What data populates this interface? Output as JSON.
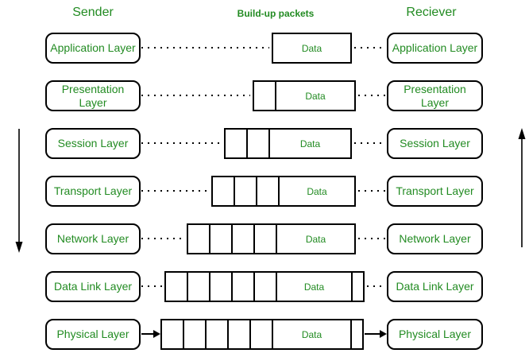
{
  "titles": {
    "sender": "Sender",
    "middle": "Build-up packets",
    "receiver": "Reciever"
  },
  "colors": {
    "accent_green": "#228B22",
    "line_black": "#000000",
    "background": "#ffffff"
  },
  "packet_data_label": "Data",
  "rows": [
    {
      "layer": "Application Layer",
      "header_cells": 0,
      "trailer_cells": 0,
      "connector": "dotted"
    },
    {
      "layer": "Presentation Layer",
      "header_cells": 1,
      "trailer_cells": 0,
      "connector": "dotted"
    },
    {
      "layer": "Session Layer",
      "header_cells": 2,
      "trailer_cells": 0,
      "connector": "dotted"
    },
    {
      "layer": "Transport Layer",
      "header_cells": 3,
      "trailer_cells": 0,
      "connector": "dotted"
    },
    {
      "layer": "Network Layer",
      "header_cells": 4,
      "trailer_cells": 0,
      "connector": "dotted"
    },
    {
      "layer": "Data Link Layer",
      "header_cells": 5,
      "trailer_cells": 1,
      "connector": "dotted"
    },
    {
      "layer": "Physical Layer",
      "header_cells": 5,
      "trailer_cells": 1,
      "connector": "arrow"
    }
  ]
}
